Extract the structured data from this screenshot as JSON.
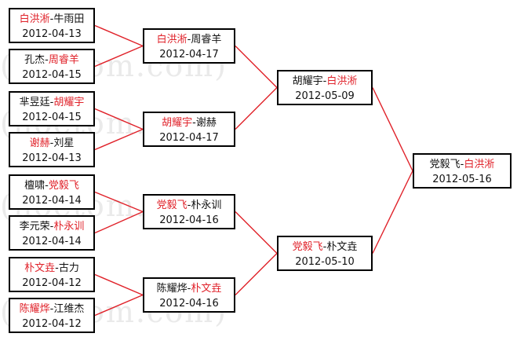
{
  "watermark": "(hoetom.com)",
  "bracket": {
    "round1": [
      {
        "p1": "白洪淅",
        "sep": "-",
        "p2": "牛雨田",
        "winner": 1,
        "date": "2012-04-13"
      },
      {
        "p1": "孔杰",
        "sep": "-",
        "p2": "周睿羊",
        "winner": 2,
        "date": "2012-04-15"
      },
      {
        "p1": "芈昱廷",
        "sep": "-",
        "p2": "胡耀宇",
        "winner": 2,
        "date": "2012-04-15"
      },
      {
        "p1": "谢赫",
        "sep": "-",
        "p2": "刘星",
        "winner": 1,
        "date": "2012-04-13"
      },
      {
        "p1": "檀啸",
        "sep": "-",
        "p2": "党毅飞",
        "winner": 2,
        "date": "2012-04-14"
      },
      {
        "p1": "李元荣",
        "sep": "-",
        "p2": "朴永训",
        "winner": 2,
        "date": "2012-04-14"
      },
      {
        "p1": "朴文垚",
        "sep": "-",
        "p2": "古力",
        "winner": 1,
        "date": "2012-04-12"
      },
      {
        "p1": "陈耀烨",
        "sep": "-",
        "p2": "江维杰",
        "winner": 1,
        "date": "2012-04-12"
      }
    ],
    "round2": [
      {
        "p1": "白洪淅",
        "sep": "-",
        "p2": "周睿羊",
        "winner": 1,
        "date": "2012-04-17"
      },
      {
        "p1": "胡耀宇",
        "sep": "-",
        "p2": "谢赫",
        "winner": 1,
        "date": "2012-04-17"
      },
      {
        "p1": "党毅飞",
        "sep": "-",
        "p2": "朴永训",
        "winner": 1,
        "date": "2012-04-16"
      },
      {
        "p1": "陈耀烨",
        "sep": "-",
        "p2": "朴文垚",
        "winner": 2,
        "date": "2012-04-16"
      }
    ],
    "round3": [
      {
        "p1": "胡耀宇",
        "sep": "-",
        "p2": "白洪淅",
        "winner": 2,
        "date": "2012-05-09"
      },
      {
        "p1": "党毅飞",
        "sep": "-",
        "p2": "朴文垚",
        "winner": 1,
        "date": "2012-05-10"
      }
    ],
    "round4": [
      {
        "p1": "党毅飞",
        "sep": "-",
        "p2": "白洪淅",
        "winner": 2,
        "date": "2012-05-16"
      }
    ]
  },
  "colors": {
    "winner": "#e0222a",
    "text": "#111111",
    "connector": "#e0222a",
    "border": "#000000"
  }
}
